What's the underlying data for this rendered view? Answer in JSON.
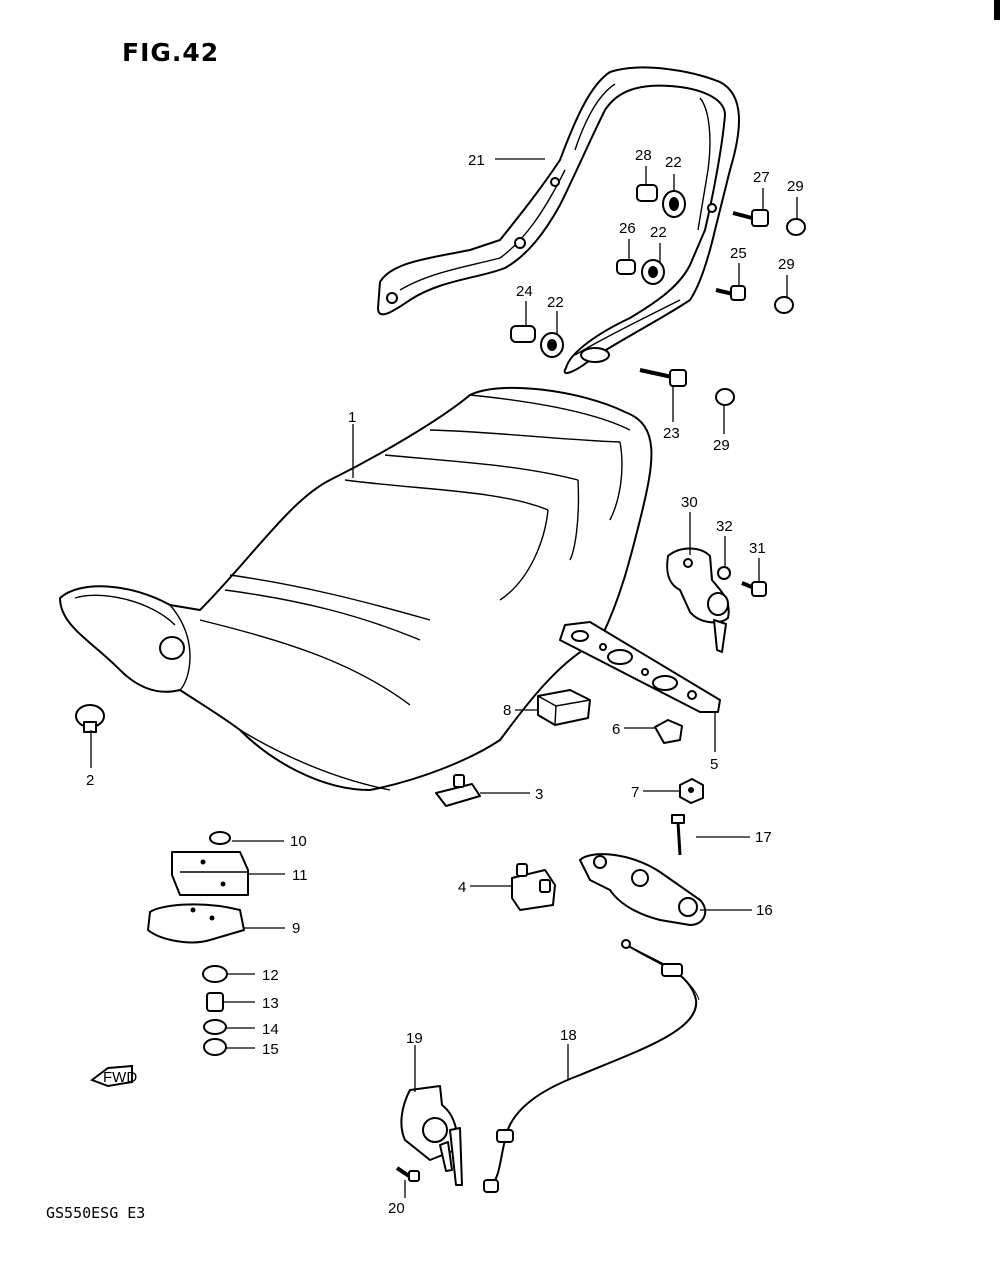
{
  "figure": {
    "title": "FIG.42",
    "model_code": "GS550ESG  E3",
    "fwd_label": "FWD"
  },
  "callouts": {
    "c1": "1",
    "c2": "2",
    "c3": "3",
    "c4": "4",
    "c5": "5",
    "c6": "6",
    "c7": "7",
    "c8": "8",
    "c9": "9",
    "c10": "10",
    "c11": "11",
    "c12": "12",
    "c13": "13",
    "c14": "14",
    "c15": "15",
    "c16": "16",
    "c17": "17",
    "c18": "18",
    "c19": "19",
    "c20": "20",
    "c21": "21",
    "c22a": "22",
    "c22b": "22",
    "c22c": "22",
    "c23": "23",
    "c24": "24",
    "c25": "25",
    "c26": "26",
    "c27": "27",
    "c28": "28",
    "c29a": "29",
    "c29b": "29",
    "c29c": "29",
    "c30": "30",
    "c31": "31",
    "c32": "32"
  }
}
